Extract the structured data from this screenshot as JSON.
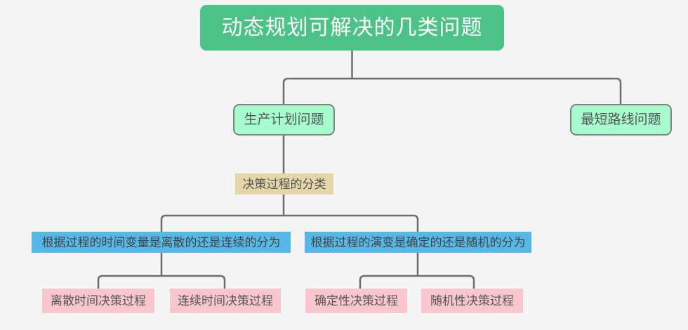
{
  "diagram": {
    "type": "tree-flowchart",
    "background_color": "#f4f4f4",
    "connector_color": "#6e6e6e",
    "title_node": {
      "label": "动态规划可解决的几类问题",
      "fill": "#4cc287",
      "text_color": "#ffffff"
    },
    "level2": [
      {
        "label": "生产计划问题",
        "fill": "#a6fccd",
        "border": "#808080"
      },
      {
        "label": "最短路线问题",
        "fill": "#a6fccd",
        "border": "#808080"
      }
    ],
    "classification_node": {
      "label": "决策过程的分类",
      "fill": "#e5d5ab"
    },
    "criteria": [
      {
        "label": "根据过程的时间变量是离散的还是连续的分为",
        "fill": "#55b8e8"
      },
      {
        "label": "根据过程的演变是确定的还是随机的分为",
        "fill": "#55b8e8"
      }
    ],
    "leaves": [
      {
        "label": "离散时间决策过程",
        "fill": "#f9c6ce"
      },
      {
        "label": "连续时间决策过程",
        "fill": "#f9c6ce"
      },
      {
        "label": "确定性决策过程",
        "fill": "#f9c6ce"
      },
      {
        "label": "随机性决策过程",
        "fill": "#f9c6ce"
      }
    ]
  }
}
